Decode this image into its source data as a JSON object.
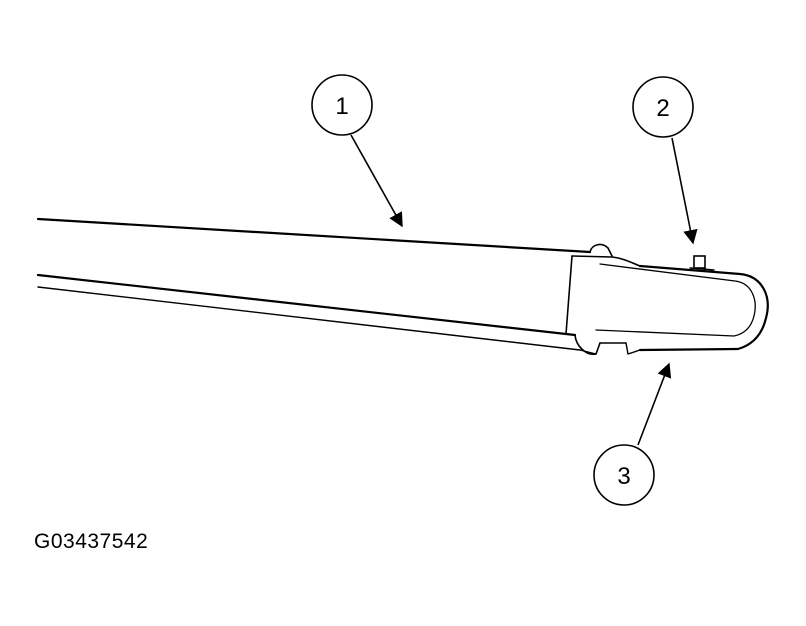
{
  "figure": {
    "id": "G03437542"
  },
  "callouts": [
    {
      "number": "1"
    },
    {
      "number": "2"
    },
    {
      "number": "3"
    }
  ]
}
